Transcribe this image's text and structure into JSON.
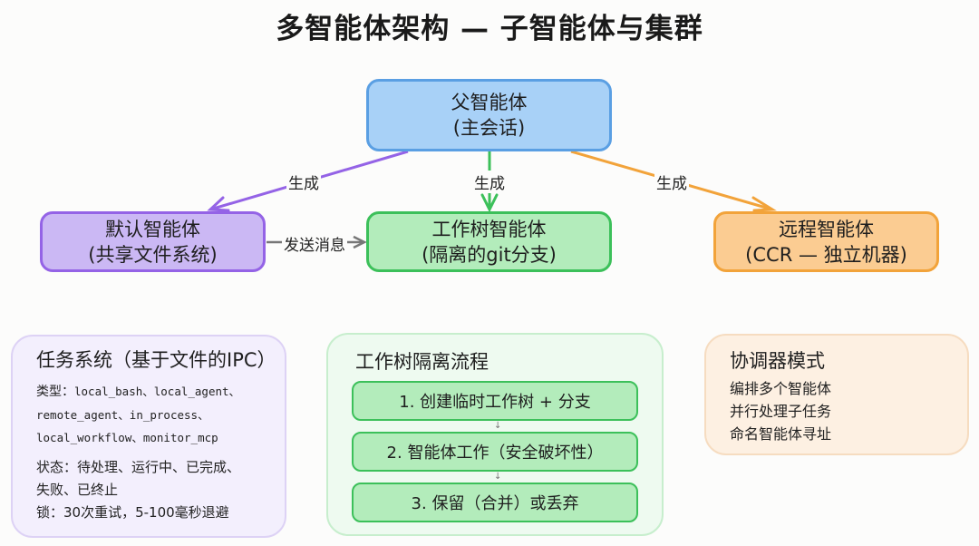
{
  "title": "多智能体架构 — 子智能体与集群",
  "colors": {
    "parent": "#5a9fe3",
    "default_agent": "#9463e6",
    "worktree_agent": "#3cc05a",
    "remote_agent": "#f2a33a",
    "message_arrow": "#777777"
  },
  "nodes": {
    "parent": {
      "line1": "父智能体",
      "line2": "(主会话)"
    },
    "default_agent": {
      "line1": "默认智能体",
      "line2": "(共享文件系统)"
    },
    "worktree_agent": {
      "line1": "工作树智能体",
      "line2": "(隔离的git分支)"
    },
    "remote_agent": {
      "line1": "远程智能体",
      "line2": "(CCR — 独立机器)"
    }
  },
  "edges": {
    "spawn_default": "生成",
    "spawn_worktree": "生成",
    "spawn_remote": "生成",
    "send_message": "发送消息"
  },
  "task_system": {
    "title": "任务系统（基于文件的IPC）",
    "types_label": "类型：",
    "types_line1": "local_bash、local_agent、",
    "types_line2": "remote_agent、in_process、",
    "types_line3": "local_workflow、monitor_mcp",
    "status_line1": "状态：待处理、运行中、已完成、",
    "status_line2": "失败、已终止",
    "lock_line": "锁：30次重试，5-100毫秒退避"
  },
  "worktree_flow": {
    "title": "工作树隔离流程",
    "steps": [
      "1. 创建临时工作树 + 分支",
      "2. 智能体工作（安全破坏性）",
      "3. 保留（合并）或丢弃"
    ],
    "arrow_glyph": "↓"
  },
  "coordinator": {
    "title": "协调器模式",
    "items": [
      "编排多个智能体",
      "并行处理子任务",
      "命名智能体寻址"
    ]
  }
}
